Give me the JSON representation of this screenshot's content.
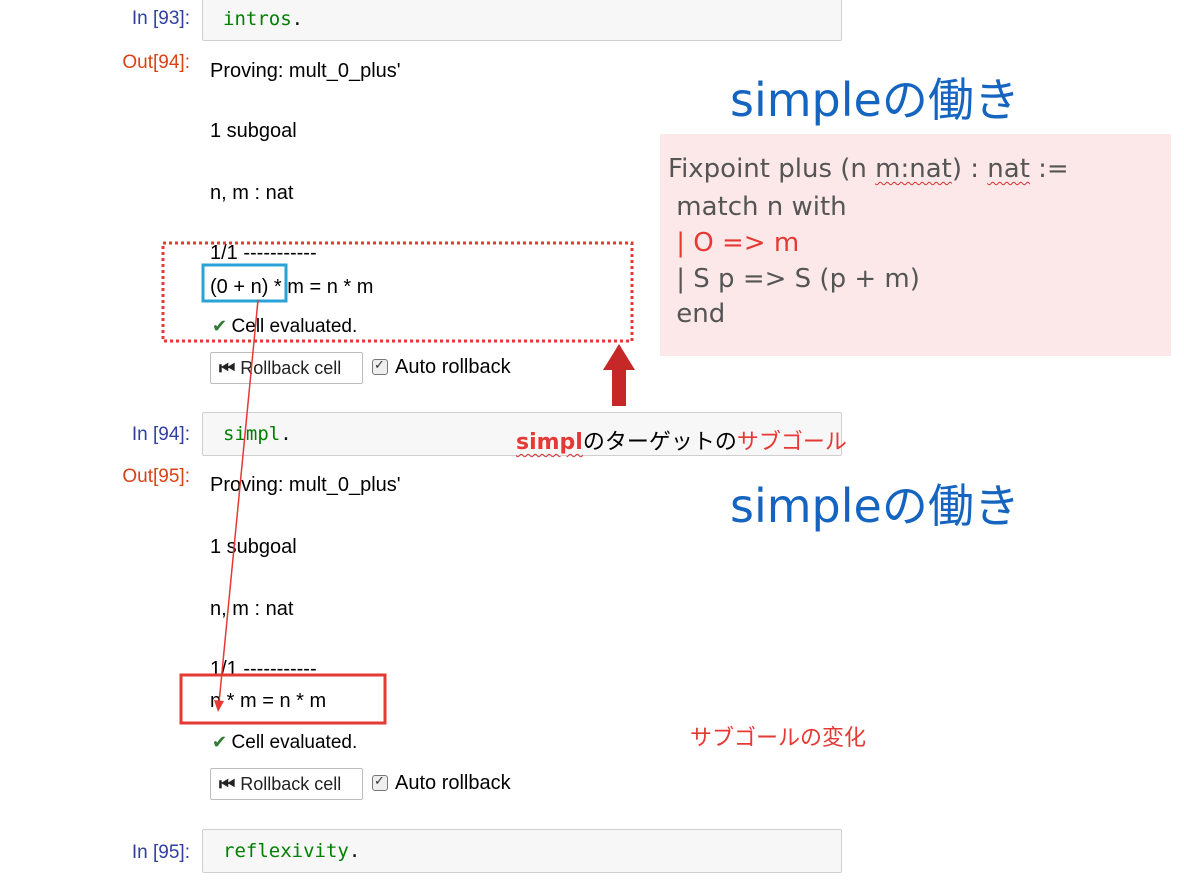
{
  "cells": [
    {
      "prompt": "In [93]:",
      "code_kw": "intros",
      "code_punct": "."
    },
    {
      "prompt": "In [94]:",
      "code_kw": "simpl",
      "code_punct": "."
    },
    {
      "prompt": "In [95]:",
      "code_kw": "reflexivity",
      "code_punct": "."
    }
  ],
  "outputs": [
    {
      "prompt": "Out[94]:",
      "proving": "Proving: mult_0_plus'",
      "subgoal": "1 subgoal",
      "context": "n, m : nat",
      "sep": "1/1 -----------",
      "goal_boxed": "(0 + n)",
      "goal_rest": " * m = n * m",
      "evaluated": "Cell evaluated.",
      "rollback_label": "Rollback cell",
      "auto_label": "Auto rollback"
    },
    {
      "prompt": "Out[95]:",
      "proving": "Proving: mult_0_plus'",
      "subgoal": "1 subgoal",
      "context": "n, m : nat",
      "sep": "1/1 -----------",
      "goal": "n * m = n * m",
      "evaluated": "Cell evaluated.",
      "rollback_label": "Rollback cell",
      "auto_label": "Auto rollback"
    }
  ],
  "annotations": {
    "title1": "simpleの働き",
    "title2": "simpleの働き",
    "fixpoint": {
      "line1a": "Fixpoint plus (n ",
      "line1b": "m:nat",
      "line1c": ") : ",
      "line1d": "nat",
      "line1e": " :=",
      "line2": " match n with",
      "line3": " | O => m",
      "line4": " | S p => S (p + m)",
      "line5": " end"
    },
    "target_label_kw": "simpl",
    "target_label_mid": "のターゲットの",
    "target_label_end": "サブゴール",
    "change_label": "サブゴールの変化"
  },
  "colors": {
    "in_prompt": "#303f9f",
    "out_prompt": "#d84315",
    "keyword": "#008000",
    "title": "#1565c0",
    "annotation_red": "#e53935",
    "highlight_blue": "#29a3d6"
  }
}
